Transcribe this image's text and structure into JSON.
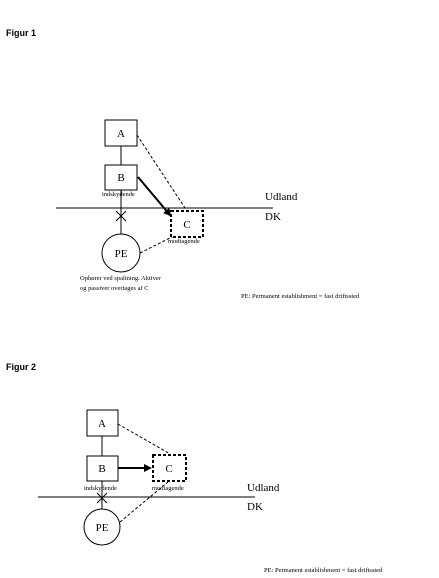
{
  "figure1": {
    "title": "Figur 1",
    "box_a": "A",
    "box_b": "B",
    "box_c": "C",
    "pe": "PE",
    "b_label": "indskydende",
    "c_label": "modtagende",
    "region_top": "Udland",
    "region_bottom": "DK",
    "pe_note_line1": "Ophører ved spaltning. Aktiver",
    "pe_note_line2": "og passiver overtages af C",
    "legend": "PE: Permanent establishment = fast driftssted"
  },
  "figure2": {
    "title": "Figur 2",
    "box_a": "A",
    "box_b": "B",
    "box_c": "C",
    "pe": "PE",
    "b_label": "indskydende",
    "c_label": "modtagende",
    "region_top": "Udland",
    "region_bottom": "DK",
    "legend": "PE: Permanent establishment = fast driftssted"
  }
}
